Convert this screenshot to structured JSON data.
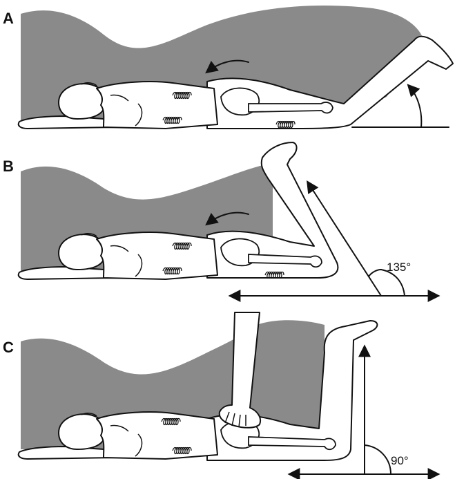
{
  "figure": {
    "panels": [
      {
        "id": "A",
        "label": "A",
        "angle_label": ""
      },
      {
        "id": "B",
        "label": "B",
        "angle_label": "135°"
      },
      {
        "id": "C",
        "label": "C",
        "angle_label": "90°"
      }
    ],
    "colors": {
      "shading": "#8a8a8a",
      "ink": "#111111",
      "background": "#ffffff"
    }
  }
}
